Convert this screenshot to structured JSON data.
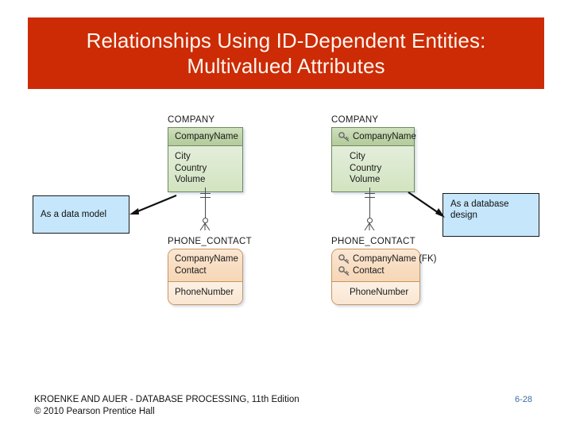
{
  "slide": {
    "title_line1": "Relationships Using ID-Dependent Entities:",
    "title_line2": "Multivalued Attributes",
    "banner_color": "#cc2b06",
    "title_color": "#fdf6ee"
  },
  "diagram_left": {
    "caption": "As a data model",
    "company": {
      "label": "COMPANY",
      "identifier": "CompanyName",
      "attributes": [
        "City",
        "Country",
        "Volume"
      ],
      "header_color": "#bcd3a6",
      "body_color": "#d7e7c8"
    },
    "phone_contact": {
      "label": "PHONE_CONTACT",
      "identifiers": [
        "CompanyName",
        "Contact"
      ],
      "attributes": [
        "PhoneNumber"
      ],
      "header_color": "#f8dcc0",
      "body_color": "#fbe9d7"
    },
    "relationship": {
      "parent_cardinality": "one",
      "child_cardinality": "zero-or-more"
    }
  },
  "diagram_right": {
    "caption_line1": "As a database",
    "caption_line2": "design",
    "company": {
      "label": "COMPANY",
      "identifier": "CompanyName",
      "identifier_icon": "key-icon",
      "attributes": [
        "City",
        "Country",
        "Volume"
      ],
      "header_color": "#bcd3a6",
      "body_color": "#d7e7c8"
    },
    "phone_contact": {
      "label": "PHONE_CONTACT",
      "keys": [
        "CompanyName (FK)",
        "Contact"
      ],
      "key_icon": "key-icon",
      "attributes": [
        "PhoneNumber"
      ],
      "header_color": "#f8dcc0",
      "body_color": "#fbe9d7"
    },
    "relationship": {
      "parent_cardinality": "one",
      "child_cardinality": "zero-or-more"
    }
  },
  "footer": {
    "line1": "KROENKE AND AUER - DATABASE PROCESSING, 11th Edition",
    "line2": "© 2010 Pearson Prentice Hall",
    "page": "6-28",
    "page_color": "#3a6ea5"
  }
}
